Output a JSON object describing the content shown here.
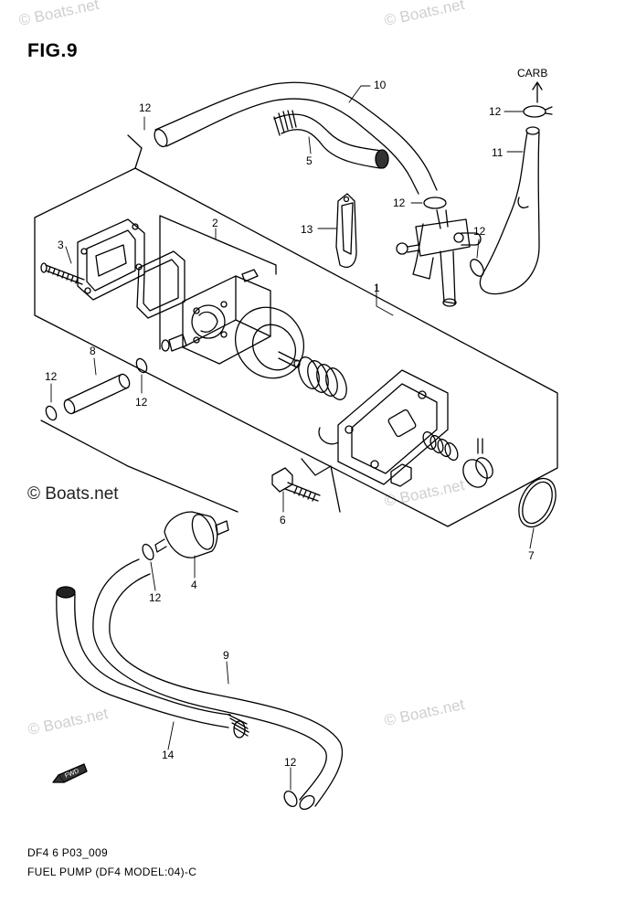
{
  "figure": {
    "title": "FIG.9",
    "code": "DF4 6 P03_009",
    "caption": "FUEL PUMP (DF4 MODEL:04)-C"
  },
  "watermarks": {
    "text": "© Boats.net"
  },
  "labels": {
    "carb": "CARB",
    "fwd": "FWD"
  },
  "parts": {
    "p1": "1",
    "p2": "2",
    "p3": "3",
    "p4": "4",
    "p5": "5",
    "p6": "6",
    "p7": "7",
    "p8": "8",
    "p9": "9",
    "p10": "10",
    "p11": "11",
    "p12": "12",
    "p13": "13",
    "p14": "14"
  }
}
